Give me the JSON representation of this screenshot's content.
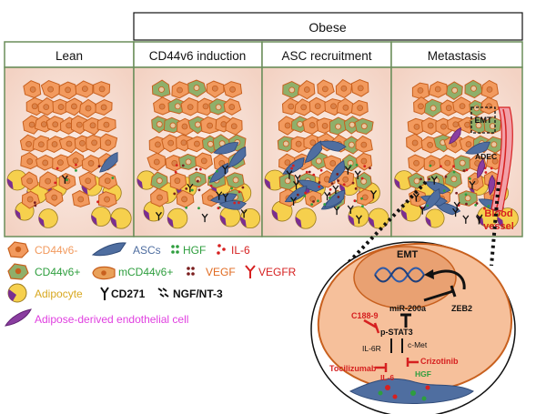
{
  "figure": {
    "group_label": "Obese",
    "panels": [
      {
        "id": "lean",
        "title": "Lean"
      },
      {
        "id": "cd44v6-induction",
        "title": "CD44v6 induction"
      },
      {
        "id": "asc-recruitment",
        "title": "ASC recruitment"
      },
      {
        "id": "metastasis",
        "title": "Metastasis"
      }
    ],
    "metastasis_labels": {
      "emt": "EMT",
      "adec": "ADEC",
      "blood_vessel_line1": "Blood",
      "blood_vessel_line2": "vessel"
    }
  },
  "legend": {
    "cd44v6_neg": "CD44v6-",
    "ascs": "ASCs",
    "hgf": "HGF",
    "il6": "IL-6",
    "cd44v6_pos": "CD44v6+",
    "mcd44v6_pos": "mCD44v6+",
    "vegf": "VEGF",
    "vegfr": "VEGFR",
    "adipocyte": "Adipocyte",
    "cd271": "CD271",
    "ngf_nt3": "NGF/NT-3",
    "adec": "Adipose-derived endothelial cell"
  },
  "inset": {
    "emt": "EMT",
    "zeb2": "ZEB2",
    "mir200a": "miR-200a",
    "pstat3": "p-STAT3",
    "c188_9": "C188-9",
    "il6r": "IL-6R",
    "cmet": "c-Met",
    "crizotinib": "Crizotinib",
    "tocilizumab": "Tocilizumab",
    "il6": "IL-6",
    "hgf": "HGF"
  },
  "colors": {
    "tumor_orange": "#F29A5E",
    "tumor_outline": "#C8601E",
    "cd44v6_green": "#8FAF6A",
    "adipocyte_yellow": "#F6D04D",
    "adipocyte_purple": "#7A2E91",
    "asc_blue": "#4F6EA0",
    "red": "#D62020",
    "green": "#2E9E3E",
    "magenta": "#E040E0",
    "panel_bg": "#FBEDE6",
    "panel_border": "#6B8E5A"
  }
}
